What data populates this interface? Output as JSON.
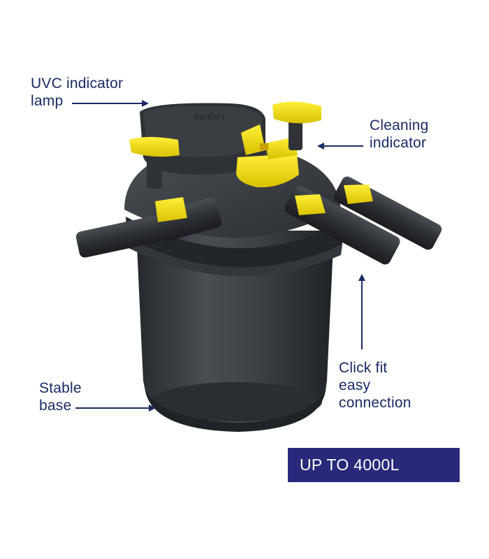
{
  "labels": {
    "uvc": [
      "UVC indicator",
      "lamp"
    ],
    "cleaning": [
      "Cleaning",
      "indicator"
    ],
    "base": [
      "Stable",
      "base"
    ],
    "click": [
      "Click fit",
      "easy",
      "connection"
    ]
  },
  "banner": {
    "text": "UP TO 4000L"
  },
  "lid_text": "Laguna",
  "colors": {
    "label": "#1a2a66",
    "banner": "#28297a",
    "body": "#3b3f44",
    "accent": "#f5e219"
  }
}
